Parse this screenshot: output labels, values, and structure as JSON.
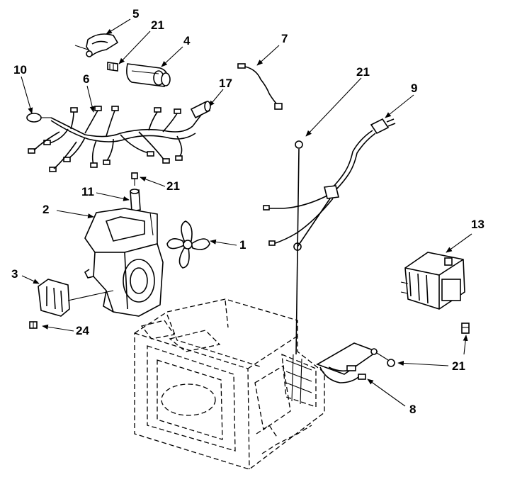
{
  "callouts": {
    "c5": "5",
    "c21a": "21",
    "c4": "4",
    "c7": "7",
    "c21b": "21",
    "c10": "10",
    "c6": "6",
    "c17": "17",
    "c9": "9",
    "c21c": "21",
    "c11": "11",
    "c2": "2",
    "c1": "1",
    "c13": "13",
    "c3": "3",
    "c24": "24",
    "c21d": "21",
    "c8": "8"
  }
}
